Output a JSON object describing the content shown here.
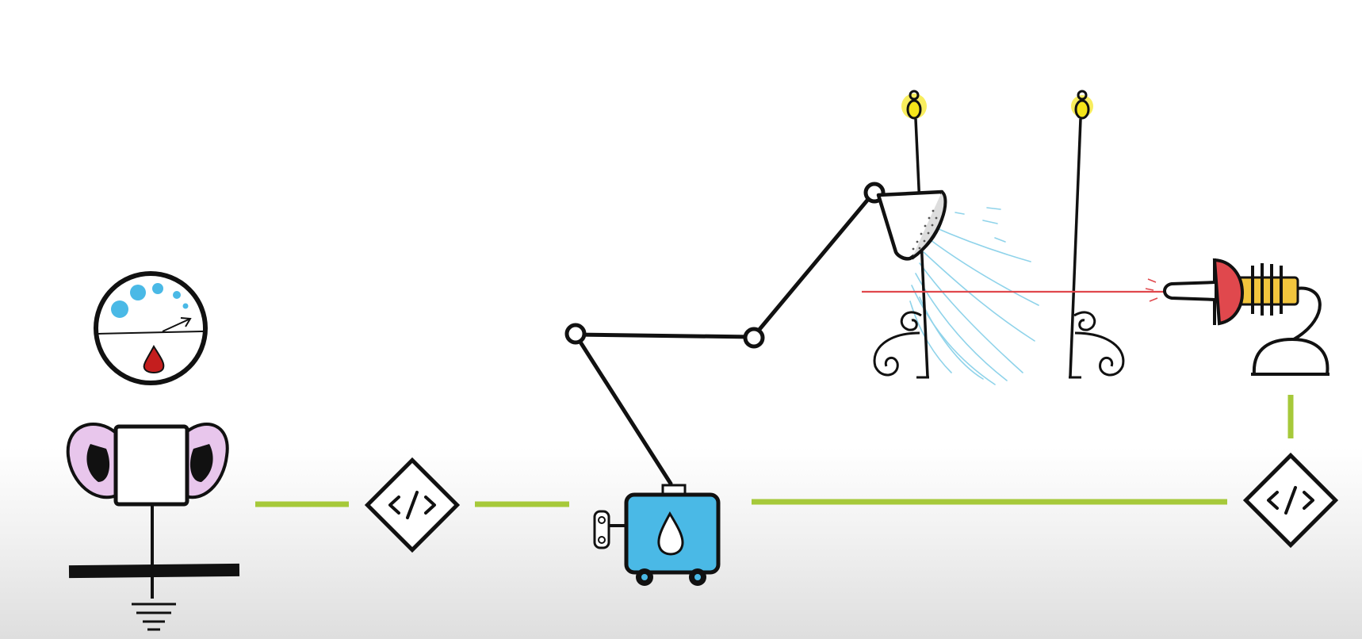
{
  "colors": {
    "ink": "#111111",
    "connector": "#a6c93a",
    "water_blue": "#4ab9e6",
    "blood_red": "#c41e1e",
    "ear_pink": "#e8c6ec",
    "bulb_yellow": "#f5e51a",
    "laser_red": "#e0484d",
    "sensor_yellow": "#f2c53d",
    "spray_blue": "#8fd3ea"
  },
  "nodes": [
    {
      "id": "listener",
      "icon": "ear-sensor-icon"
    },
    {
      "id": "code-block-1",
      "icon": "code-diamond-icon"
    },
    {
      "id": "water-pump",
      "icon": "water-pump-icon"
    },
    {
      "id": "robot-arm",
      "icon": "robot-arm-icon"
    },
    {
      "id": "shower-head",
      "icon": "shower-head-icon"
    },
    {
      "id": "laser-gate",
      "icon": "laser-gate-icon"
    },
    {
      "id": "laser-emitter",
      "icon": "laser-emitter-icon"
    },
    {
      "id": "code-block-2",
      "icon": "code-diamond-icon"
    }
  ]
}
